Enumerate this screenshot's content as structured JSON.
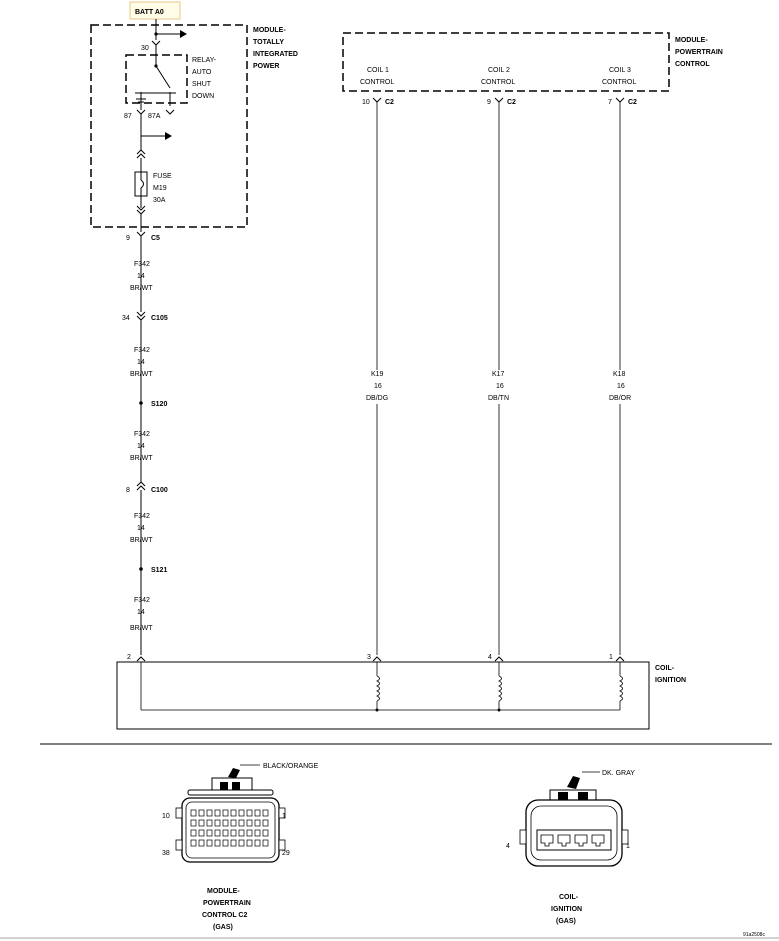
{
  "batt_label": "BATT A0",
  "tipm": {
    "lines": [
      "MODULE-",
      "TOTALLY",
      "INTEGRATED",
      "POWER"
    ],
    "pin30": "30",
    "relay_lines": [
      "RELAY-",
      "AUTO",
      "SHUT",
      "DOWN"
    ],
    "pin87": "87",
    "pin87a": "87A",
    "fuse_lines": [
      "FUSE",
      "M19",
      "30A"
    ]
  },
  "pcm": {
    "lines": [
      "MODULE-",
      "POWERTRAIN",
      "CONTROL"
    ]
  },
  "coil_controls": [
    {
      "label1": "COIL 1",
      "label2": "CONTROL",
      "pin": "10",
      "conn": "C2",
      "circuit": "K19",
      "gauge": "16",
      "color": "DB/DG",
      "coil_pin": "3"
    },
    {
      "label1": "COIL 2",
      "label2": "CONTROL",
      "pin": "9",
      "conn": "C2",
      "circuit": "K17",
      "gauge": "16",
      "color": "DB/TN",
      "coil_pin": "4"
    },
    {
      "label1": "COIL 3",
      "label2": "CONTROL",
      "pin": "7",
      "conn": "C2",
      "circuit": "K18",
      "gauge": "16",
      "color": "DB/OR",
      "coil_pin": "1"
    }
  ],
  "feed": {
    "c5": {
      "pin": "9",
      "name": "C5"
    },
    "wires": [
      {
        "circuit": "F342",
        "gauge": "14",
        "color": "BR/WT"
      },
      {
        "circuit": "F342",
        "gauge": "14",
        "color": "BR/WT"
      },
      {
        "circuit": "F342",
        "gauge": "14",
        "color": "BR/WT"
      },
      {
        "circuit": "F342",
        "gauge": "14",
        "color": "BR/WT"
      },
      {
        "circuit": "F342",
        "gauge": "14",
        "color": "BR/WT"
      }
    ],
    "c105": {
      "pin": "34",
      "name": "C105"
    },
    "s120": "S120",
    "c100": {
      "pin": "8",
      "name": "C100"
    },
    "s121": "S121",
    "coil_pin": "2"
  },
  "coil_module": {
    "lines": [
      "COIL-",
      "IGNITION"
    ]
  },
  "pcm_connector": {
    "color_label": "BLACK/ORANGE",
    "pin_tl": "10",
    "pin_tr": "1",
    "pin_bl": "38",
    "pin_br": "29",
    "caption": [
      "MODULE-",
      "POWERTRAIN",
      "CONTROL C2",
      "(GAS)"
    ]
  },
  "coil_connector": {
    "color_label": "DK. GRAY",
    "pin_left": "4",
    "pin_right": "1",
    "caption": [
      "COIL-",
      "IGNITION",
      "(GAS)"
    ]
  },
  "figure_id": "91a2508c"
}
